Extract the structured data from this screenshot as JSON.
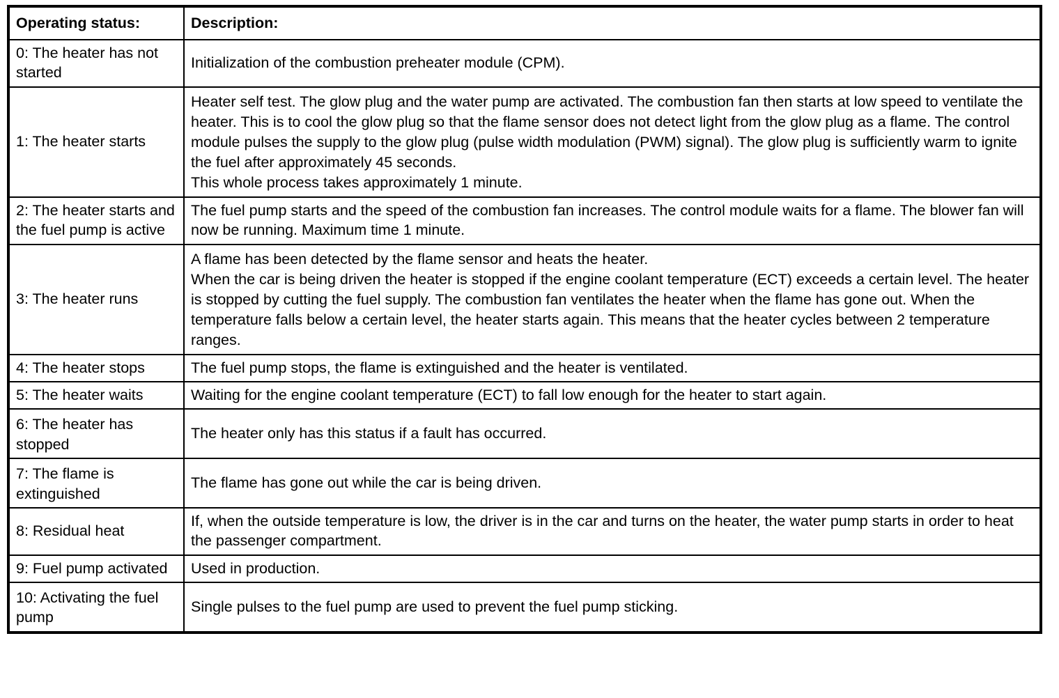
{
  "table": {
    "name": "operating-status-description-table",
    "columns": [
      {
        "key": "status",
        "label": "Operating status:"
      },
      {
        "key": "description",
        "label": "Description:"
      }
    ],
    "rows": [
      {
        "status": "0: The heater has not started",
        "description_lines": [
          "Initialization of the combustion preheater module (CPM)."
        ]
      },
      {
        "status": "1: The heater starts",
        "description_lines": [
          "Heater self test. The glow plug and the water pump are activated. The combustion fan then starts at low speed to ventilate the heater. This is to cool the glow plug so that the flame sensor does not detect light from the glow plug as a flame. The control module pulses the supply to the glow plug (pulse width modulation (PWM) signal). The glow plug is sufficiently warm to ignite the fuel after approximately 45 seconds.",
          "This whole process takes approximately 1 minute."
        ]
      },
      {
        "status": "2: The heater starts and the fuel pump is active",
        "description_lines": [
          "The fuel pump starts and the speed of the combustion fan increases. The control module waits for a flame. The blower fan will now be running. Maximum time 1 minute."
        ]
      },
      {
        "status": "3: The heater runs",
        "description_lines": [
          "A flame has been detected by the flame sensor and heats the heater.",
          "When the car is being driven the heater is stopped if the engine coolant temperature (ECT) exceeds a certain level. The heater is stopped by cutting the fuel supply. The combustion fan ventilates the heater when the flame has gone out. When the temperature falls below a certain level, the heater starts again. This means that the heater cycles between 2 temperature ranges."
        ]
      },
      {
        "status": "4: The heater stops",
        "description_lines": [
          "The fuel pump stops, the flame is extinguished and the heater is ventilated."
        ]
      },
      {
        "status": "5: The heater waits",
        "description_lines": [
          "Waiting for the engine coolant temperature (ECT) to fall low enough for the heater to start again."
        ]
      },
      {
        "status": "6: The heater has stopped",
        "description_lines": [
          "The heater only has this status if a fault has occurred."
        ]
      },
      {
        "status": "7: The flame is extinguished",
        "description_lines": [
          "The flame has gone out while the car is being driven."
        ]
      },
      {
        "status": "8: Residual heat",
        "description_lines": [
          "If, when the outside temperature is low, the driver is in the car and turns on the heater, the water pump starts in order to heat the passenger compartment."
        ]
      },
      {
        "status": "9: Fuel pump activated",
        "description_lines": [
          "Used in production."
        ]
      },
      {
        "status": "10: Activating the fuel pump",
        "description_lines": [
          "Single pulses to the fuel pump are used to prevent the fuel pump sticking."
        ]
      }
    ]
  },
  "style": {
    "text_color": "#000000",
    "border_color": "#000000",
    "background_color": "#ffffff"
  }
}
